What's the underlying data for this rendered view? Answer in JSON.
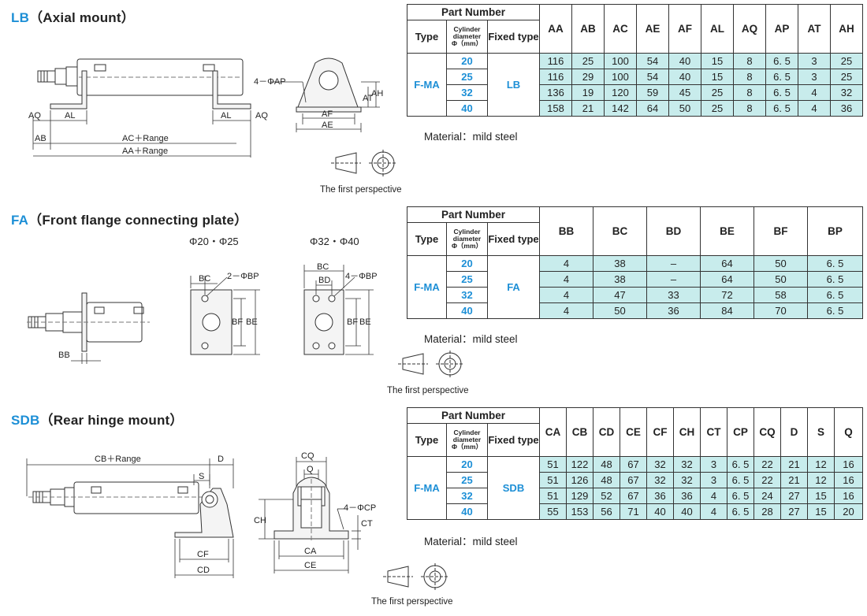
{
  "lb": {
    "code": "LB",
    "name": "（Axial mount）",
    "drawing_labels": [
      "AQ",
      "AL",
      "AL",
      "AQ",
      "AB",
      "AC＋Range",
      "AA＋Range",
      "4－ΦAP",
      "AT",
      "AH",
      "AF",
      "AE"
    ],
    "table": {
      "group_header": "Part Number",
      "col_type": "Type",
      "col_dia": [
        "Cylinder",
        "diameter",
        "Φ（mm）"
      ],
      "col_fixed": "Fixed type",
      "dims": [
        "AA",
        "AB",
        "AC",
        "AE",
        "AF",
        "AL",
        "AQ",
        "AP",
        "AT",
        "AH"
      ],
      "type": "F-MA",
      "fixed": "LB",
      "rows": [
        {
          "dia": "20",
          "vals": [
            "116",
            "25",
            "100",
            "54",
            "40",
            "15",
            "8",
            "6. 5",
            "3",
            "25"
          ]
        },
        {
          "dia": "25",
          "vals": [
            "116",
            "29",
            "100",
            "54",
            "40",
            "15",
            "8",
            "6. 5",
            "3",
            "25"
          ]
        },
        {
          "dia": "32",
          "vals": [
            "136",
            "19",
            "120",
            "59",
            "45",
            "25",
            "8",
            "6. 5",
            "4",
            "32"
          ]
        },
        {
          "dia": "40",
          "vals": [
            "158",
            "21",
            "142",
            "64",
            "50",
            "25",
            "8",
            "6. 5",
            "4",
            "36"
          ]
        }
      ],
      "material": "Material：mild steel"
    },
    "perspective": "The first perspective"
  },
  "fa": {
    "code": "FA",
    "name": "（Front flange connecting plate）",
    "sub_left": "Φ20・Φ25",
    "sub_right": "Φ32・Φ40",
    "drawing_labels": [
      "BB",
      "BC",
      "2－ΦBP",
      "BF",
      "BE",
      "BC",
      "BD",
      "4－ΦBP",
      "BF",
      "BE"
    ],
    "table": {
      "group_header": "Part Number",
      "col_type": "Type",
      "col_dia": [
        "Cylinder",
        "diameter",
        "Φ（mm）"
      ],
      "col_fixed": "Fixed type",
      "dims": [
        "BB",
        "BC",
        "BD",
        "BE",
        "BF",
        "BP"
      ],
      "type": "F-MA",
      "fixed": "FA",
      "rows": [
        {
          "dia": "20",
          "vals": [
            "4",
            "38",
            "–",
            "64",
            "50",
            "6. 5"
          ]
        },
        {
          "dia": "25",
          "vals": [
            "4",
            "38",
            "–",
            "64",
            "50",
            "6. 5"
          ]
        },
        {
          "dia": "32",
          "vals": [
            "4",
            "47",
            "33",
            "72",
            "58",
            "6. 5"
          ]
        },
        {
          "dia": "40",
          "vals": [
            "4",
            "50",
            "36",
            "84",
            "70",
            "6. 5"
          ]
        }
      ],
      "material": "Material：mild steel"
    },
    "perspective": "The first perspective"
  },
  "sdb": {
    "code": "SDB",
    "name": "（Rear hinge mount）",
    "drawing_labels": [
      "CB＋Range",
      "D",
      "S",
      "CF",
      "CD",
      "CQ",
      "Q",
      "4－ΦCP",
      "CH",
      "CT",
      "CA",
      "CE"
    ],
    "table": {
      "group_header": "Part Number",
      "col_type": "Type",
      "col_dia": [
        "Cylinder",
        "diameter",
        "Φ（mm）"
      ],
      "col_fixed": "Fixed type",
      "dims": [
        "CA",
        "CB",
        "CD",
        "CE",
        "CF",
        "CH",
        "CT",
        "CP",
        "CQ",
        "D",
        "S",
        "Q"
      ],
      "type": "F-MA",
      "fixed": "SDB",
      "rows": [
        {
          "dia": "20",
          "vals": [
            "51",
            "122",
            "48",
            "67",
            "32",
            "32",
            "3",
            "6. 5",
            "22",
            "21",
            "12",
            "16"
          ]
        },
        {
          "dia": "25",
          "vals": [
            "51",
            "126",
            "48",
            "67",
            "32",
            "32",
            "3",
            "6. 5",
            "22",
            "21",
            "12",
            "16"
          ]
        },
        {
          "dia": "32",
          "vals": [
            "51",
            "129",
            "52",
            "67",
            "36",
            "36",
            "4",
            "6. 5",
            "24",
            "27",
            "15",
            "16"
          ]
        },
        {
          "dia": "40",
          "vals": [
            "55",
            "153",
            "56",
            "71",
            "40",
            "40",
            "4",
            "6. 5",
            "28",
            "27",
            "15",
            "20"
          ]
        }
      ],
      "material": "Material：mild steel"
    },
    "perspective": "The first perspective"
  }
}
